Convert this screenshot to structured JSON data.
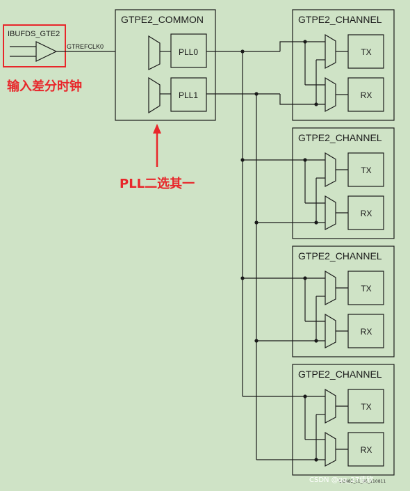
{
  "ibufds": {
    "label": "IBUFDS_GTE2",
    "clk_label": "GTREFCLK0"
  },
  "common": {
    "title": "GTPE2_COMMON",
    "pll0": "PLL0",
    "pll1": "PLL1"
  },
  "channels": [
    {
      "title": "GTPE2_CHANNEL",
      "tx": "TX",
      "rx": "RX"
    },
    {
      "title": "GTPE2_CHANNEL",
      "tx": "TX",
      "rx": "RX"
    },
    {
      "title": "GTPE2_CHANNEL",
      "tx": "TX",
      "rx": "RX"
    },
    {
      "title": "GTPE2_CHANNEL",
      "tx": "TX",
      "rx": "RX"
    }
  ],
  "annotations": {
    "input_clock": "输入差分时钟",
    "pll_select": "PLL二选其一"
  },
  "figure_id": "UG482_c1_06_110811",
  "watermark": "CSDN @qq_27佳欣",
  "colors": {
    "background": "#cfe3c6",
    "annotation": "#e8262a",
    "line": "#1a1a1a"
  }
}
